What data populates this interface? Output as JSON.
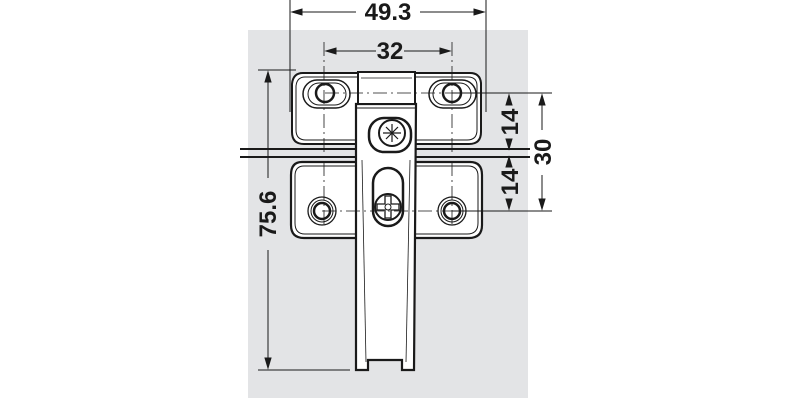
{
  "drawing": {
    "title": "Hinge mounting plate dimension drawing",
    "background_panel_color": "#e3e4e6",
    "line_color": "#1a1a1a",
    "part_fill": "#ffffff",
    "dimensions": {
      "overall_width": "49.3",
      "hole_spacing_horizontal": "32",
      "hole_offset_upper": "14",
      "hole_offset_lower": "14",
      "hole_spacing_vertical": "30",
      "overall_height": "75.6"
    }
  }
}
